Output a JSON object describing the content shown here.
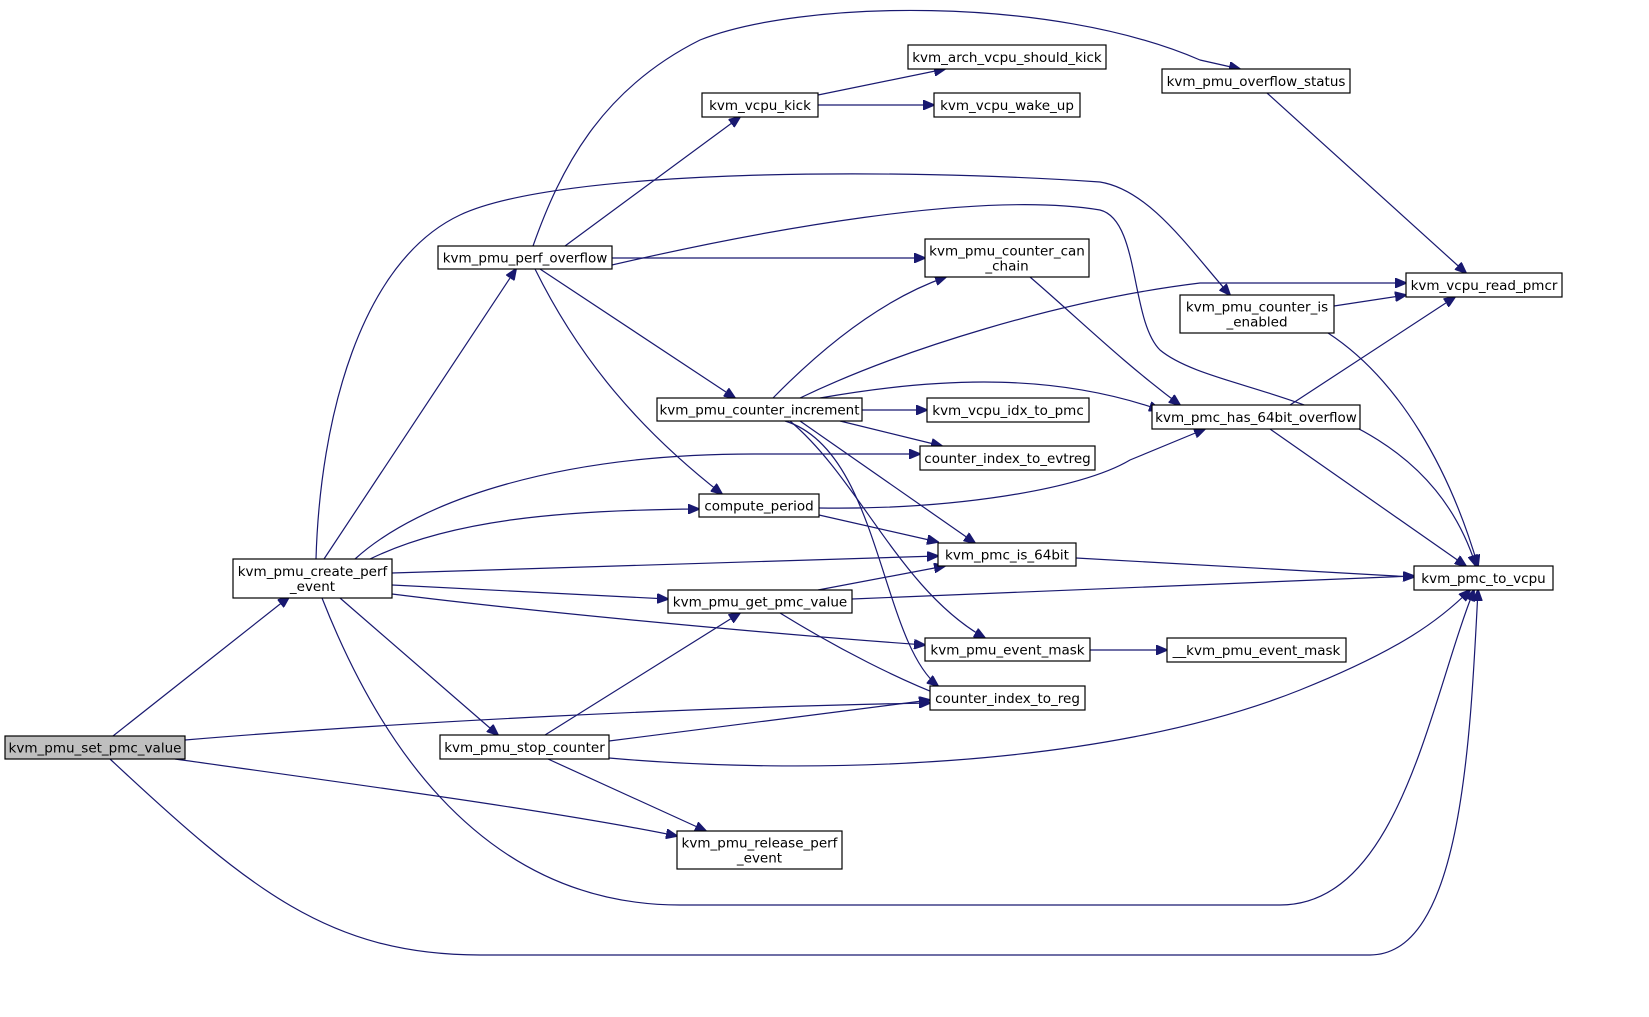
{
  "nodes": {
    "set_pmc_value": {
      "lines": [
        "kvm_pmu_set_pmc_value"
      ],
      "highlight": true
    },
    "create_perf_event": {
      "lines": [
        "kvm_pmu_create_perf",
        "_event"
      ]
    },
    "perf_overflow": {
      "lines": [
        "kvm_pmu_perf_overflow"
      ]
    },
    "vcpu_kick": {
      "lines": [
        "kvm_vcpu_kick"
      ]
    },
    "arch_vcpu_should_kick": {
      "lines": [
        "kvm_arch_vcpu_should_kick"
      ]
    },
    "vcpu_wake_up": {
      "lines": [
        "kvm_vcpu_wake_up"
      ]
    },
    "overflow_status": {
      "lines": [
        "kvm_pmu_overflow_status"
      ]
    },
    "counter_can_chain": {
      "lines": [
        "kvm_pmu_counter_can",
        "_chain"
      ]
    },
    "vcpu_read_pmcr": {
      "lines": [
        "kvm_vcpu_read_pmcr"
      ]
    },
    "counter_is_enabled": {
      "lines": [
        "kvm_pmu_counter_is",
        "_enabled"
      ]
    },
    "counter_increment": {
      "lines": [
        "kvm_pmu_counter_increment"
      ]
    },
    "vcpu_idx_to_pmc": {
      "lines": [
        "kvm_vcpu_idx_to_pmc"
      ]
    },
    "has_64bit_overflow": {
      "lines": [
        "kvm_pmc_has_64bit_overflow"
      ]
    },
    "counter_index_to_evtreg": {
      "lines": [
        "counter_index_to_evtreg"
      ]
    },
    "compute_period": {
      "lines": [
        "compute_period"
      ]
    },
    "pmc_is_64bit": {
      "lines": [
        "kvm_pmc_is_64bit"
      ]
    },
    "pmc_to_vcpu": {
      "lines": [
        "kvm_pmc_to_vcpu"
      ]
    },
    "get_pmc_value": {
      "lines": [
        "kvm_pmu_get_pmc_value"
      ]
    },
    "event_mask": {
      "lines": [
        "kvm_pmu_event_mask"
      ]
    },
    "__event_mask": {
      "lines": [
        "__kvm_pmu_event_mask"
      ]
    },
    "counter_index_to_reg": {
      "lines": [
        "counter_index_to_reg"
      ]
    },
    "stop_counter": {
      "lines": [
        "kvm_pmu_stop_counter"
      ]
    },
    "release_perf_event": {
      "lines": [
        "kvm_pmu_release_perf",
        "_event"
      ]
    }
  },
  "edges": [
    [
      "set_pmc_value",
      "create_perf_event"
    ],
    [
      "set_pmc_value",
      "counter_index_to_reg"
    ],
    [
      "set_pmc_value",
      "release_perf_event"
    ],
    [
      "set_pmc_value",
      "pmc_to_vcpu"
    ],
    [
      "create_perf_event",
      "perf_overflow"
    ],
    [
      "create_perf_event",
      "has_64bit_overflow"
    ],
    [
      "create_perf_event",
      "counter_index_to_evtreg"
    ],
    [
      "create_perf_event",
      "compute_period"
    ],
    [
      "create_perf_event",
      "pmc_is_64bit"
    ],
    [
      "create_perf_event",
      "get_pmc_value"
    ],
    [
      "create_perf_event",
      "event_mask"
    ],
    [
      "create_perf_event",
      "stop_counter"
    ],
    [
      "create_perf_event",
      "pmc_to_vcpu"
    ],
    [
      "perf_overflow",
      "overflow_status"
    ],
    [
      "perf_overflow",
      "vcpu_kick"
    ],
    [
      "perf_overflow",
      "counter_can_chain"
    ],
    [
      "perf_overflow",
      "counter_increment"
    ],
    [
      "perf_overflow",
      "compute_period"
    ],
    [
      "perf_overflow",
      "pmc_to_vcpu"
    ],
    [
      "vcpu_kick",
      "arch_vcpu_should_kick"
    ],
    [
      "vcpu_kick",
      "vcpu_wake_up"
    ],
    [
      "overflow_status",
      "vcpu_read_pmcr"
    ],
    [
      "counter_can_chain",
      "has_64bit_overflow"
    ],
    [
      "counter_is_enabled",
      "vcpu_read_pmcr"
    ],
    [
      "counter_is_enabled",
      "pmc_to_vcpu"
    ],
    [
      "counter_increment",
      "counter_can_chain"
    ],
    [
      "counter_increment",
      "vcpu_read_pmcr"
    ],
    [
      "counter_increment",
      "has_64bit_overflow"
    ],
    [
      "counter_increment",
      "vcpu_idx_to_pmc"
    ],
    [
      "counter_increment",
      "counter_index_to_evtreg"
    ],
    [
      "counter_increment",
      "pmc_is_64bit"
    ],
    [
      "counter_increment",
      "event_mask"
    ],
    [
      "counter_increment",
      "counter_index_to_reg"
    ],
    [
      "has_64bit_overflow",
      "vcpu_read_pmcr"
    ],
    [
      "has_64bit_overflow",
      "pmc_to_vcpu"
    ],
    [
      "compute_period",
      "has_64bit_overflow"
    ],
    [
      "compute_period",
      "pmc_is_64bit"
    ],
    [
      "pmc_is_64bit",
      "pmc_to_vcpu"
    ],
    [
      "get_pmc_value",
      "pmc_is_64bit"
    ],
    [
      "get_pmc_value",
      "pmc_to_vcpu"
    ],
    [
      "get_pmc_value",
      "counter_index_to_reg"
    ],
    [
      "event_mask",
      "__event_mask"
    ],
    [
      "stop_counter",
      "get_pmc_value"
    ],
    [
      "stop_counter",
      "counter_index_to_reg"
    ],
    [
      "stop_counter",
      "release_perf_event"
    ],
    [
      "stop_counter",
      "pmc_to_vcpu"
    ]
  ]
}
